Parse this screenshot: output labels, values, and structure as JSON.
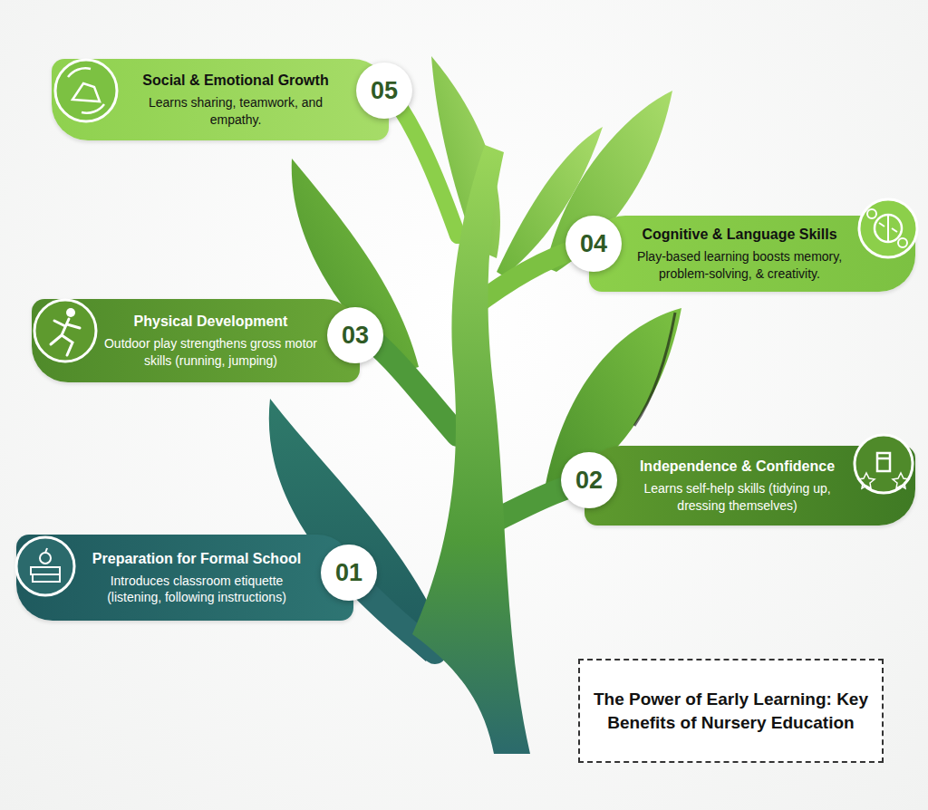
{
  "diagram": {
    "title": "The Power of Early Learning: Key Benefits of Nursery Education",
    "nodes": [
      {
        "text": [
          "Preparation for Formal School",
          "Introduces classroom etiquette (listening, following instructions)"
        ]
      },
      {
        "text": [
          "01"
        ],
        "in": 0
      },
      {
        "text": [
          "Independence & Confidence",
          "Learns self-help skills (tidying up, dressing themselves)"
        ]
      },
      {
        "text": [
          "02"
        ],
        "in": 2
      },
      {
        "text": [
          "Physical Development",
          "Outdoor play strengthens gross motor skills (running, jumping)"
        ]
      },
      {
        "text": [
          "03"
        ],
        "in": 4
      },
      {
        "text": [
          "Cognitive & Language Skills",
          "Play-based learning boosts memory, problem-solving, & creativity."
        ]
      },
      {
        "text": [
          "04"
        ],
        "in": 6
      },
      {
        "text": [
          "Social & Emotional Growth",
          "Learns sharing, teamwork, and empathy."
        ]
      },
      {
        "text": [
          "05"
        ],
        "in": 8
      }
    ]
  }
}
